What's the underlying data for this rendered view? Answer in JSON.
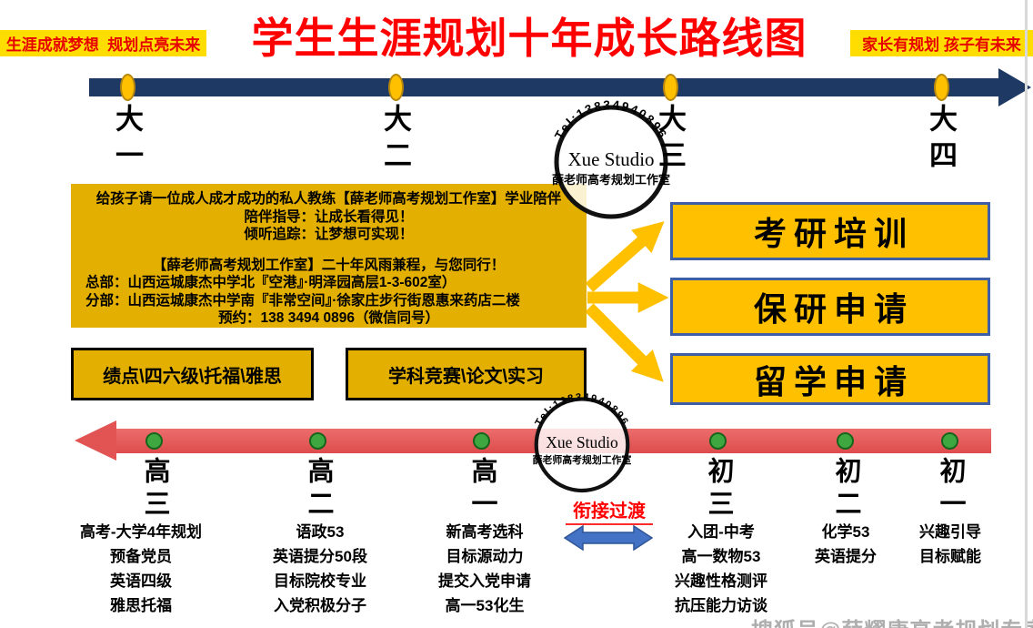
{
  "header": {
    "left_badge": "生涯成就梦想  规划点亮未来",
    "title": "学生生涯规划十年成长路线图",
    "right_badge": "家长有规划 孩子有未来"
  },
  "stamp": {
    "phone_arc": "Tel:13834940896",
    "name_en": "Xue Studio",
    "name_cn": "薛老师高考规划工作室"
  },
  "college_timeline": {
    "stages": [
      {
        "label": "大一"
      },
      {
        "label": "大二"
      },
      {
        "label": "大三"
      },
      {
        "label": "大四"
      }
    ]
  },
  "info_box": {
    "line1": "给孩子请一位成人成才成功的私人教练【薛老师高考规划工作室】学业陪伴",
    "line2": "陪伴指导：让成长看得见！",
    "line3": "倾听追踪：让梦想可实现！",
    "line4": "【薛老师高考规划工作室】二十年风雨兼程，与您同行！",
    "line5": "总部：山西运城康杰中学北『空港』·明泽园高层1-3-602室）",
    "line6": "分部：山西运城康杰中学南『非常空间』·徐家庄步行街恩惠来药店二楼",
    "line7": "预约：138 3494 0896（微信同号）"
  },
  "services": [
    {
      "label": "考研培训"
    },
    {
      "label": "保研申请"
    },
    {
      "label": "留学申请"
    }
  ],
  "college_tasks": [
    {
      "label": "绩点\\四六级\\托福\\雅思"
    },
    {
      "label": "学科竞赛\\论文\\实习"
    }
  ],
  "transition_label": "衔接过渡",
  "school_timeline": {
    "stages": [
      {
        "label": "高三",
        "items": [
          "高考-大学4年规划",
          "预备党员",
          "英语四级",
          "雅思托福"
        ]
      },
      {
        "label": "高二",
        "items": [
          "语政53",
          "英语提分50段",
          "目标院校专业",
          "入党积极分子"
        ]
      },
      {
        "label": "高一",
        "items": [
          "新高考选科",
          "目标源动力",
          "提交入党申请",
          "高一53化生"
        ]
      },
      {
        "label": "初三",
        "items": [
          "入团-中考",
          "高一数物53",
          "兴趣性格测评",
          "抗压能力访谈"
        ]
      },
      {
        "label": "初二",
        "items": [
          "化学53",
          "英语提分"
        ]
      },
      {
        "label": "初一",
        "items": [
          "兴趣引导",
          "目标赋能"
        ]
      }
    ]
  },
  "watermark": "搜狐号@薛耀康高考规划专家",
  "colors": {
    "title_red": "#FF0000",
    "badge_yellow": "#FFDD00",
    "navy_arrow": "#1E3A64",
    "gold_box": "#E3AF00",
    "bright_gold": "#FFC000",
    "service_border_blue": "#3E5FA8",
    "red_arrow": "#E25454",
    "green_node": "#3FA73F",
    "blue_arrow": "#4472C4"
  }
}
